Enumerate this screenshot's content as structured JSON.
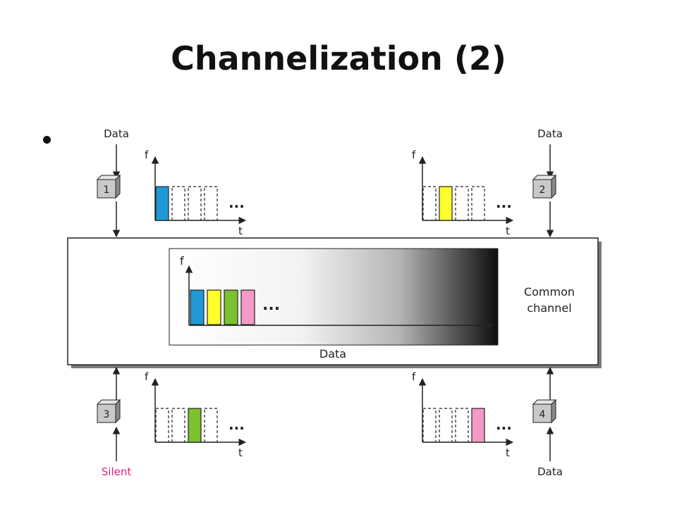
{
  "slide": {
    "title": "Channelization (2)",
    "bullet_text": ""
  },
  "stations": [
    {
      "number": "1",
      "input_label": "Data",
      "color": "#1f9ad6",
      "slot": 1
    },
    {
      "number": "2",
      "input_label": "Data",
      "color": "#ffff2b",
      "slot": 2
    },
    {
      "number": "3",
      "input_label": "Silent",
      "input_color": "#e0227a",
      "color": "#7dc12f",
      "slot": 3
    },
    {
      "number": "4",
      "input_label": "Data",
      "color": "#f49ac7",
      "slot": 4
    }
  ],
  "axes": {
    "freq_label": "f",
    "time_label": "t",
    "ellipsis": "..."
  },
  "common_channel": {
    "label_line1": "Common",
    "label_line2": "channel",
    "data_label": "Data",
    "slot_colors": [
      "#1f9ad6",
      "#ffff2b",
      "#7dc12f",
      "#f49ac7"
    ]
  }
}
